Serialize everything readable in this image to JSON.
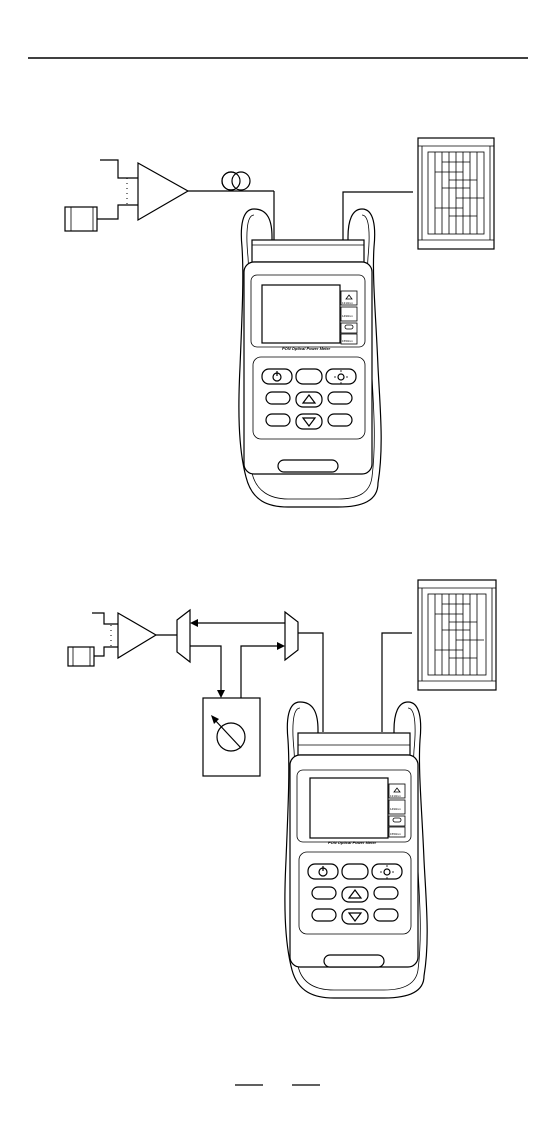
{
  "page": {
    "background_color": "#ffffff",
    "line_color": "#000000"
  },
  "meter": {
    "model_label": "PON Optical Power Meter",
    "side_labels": [
      "1310nm",
      "1490nm",
      "1550nm"
    ],
    "keypad_icons": [
      "power-icon",
      "backlight-icon",
      "up-arrow-icon",
      "down-arrow-icon"
    ]
  },
  "diagram1": {
    "components": [
      "laser-source",
      "amplifier",
      "fiber-coil",
      "power-meter",
      "optical-distribution-frame"
    ]
  },
  "diagram2": {
    "components": [
      "laser-source",
      "amplifier",
      "wdm-coupler-left",
      "wdm-coupler-right",
      "variable-attenuator",
      "power-meter",
      "optical-distribution-frame"
    ]
  }
}
